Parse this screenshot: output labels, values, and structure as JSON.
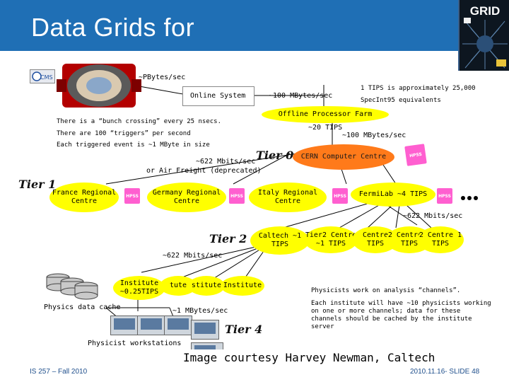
{
  "slide": {
    "title": "Data Grids for",
    "book_word": "GRID",
    "footer_left": "IS 257 – Fall 2010",
    "footer_right": "2010.11.16- SLIDE 48",
    "credit": "Image courtesy Harvey Newman, Caltech"
  },
  "diagram": {
    "pbytes": "~PBytes/sec",
    "online_system": "Online System",
    "rate_100_top": "~100 MBytes/sec",
    "tips_note_1": "1 TIPS is approximately 25,000",
    "tips_note_2": "SpecInt95 equivalents",
    "offline_farm": "Offline Processor Farm",
    "farm_tips": "~20 TIPS",
    "farm_rate": "~100 MBytes/sec",
    "bunch_note": "There is a “bunch crossing” every 25 nsecs.",
    "triggers_note": "There are 100 “triggers” per second",
    "event_note": "Each triggered event is ~1 MByte in size",
    "link_622_top": "~622 Mbits/sec",
    "air_freight": "or Air Freight (deprecated)",
    "tier0": "Tier 0",
    "cern": "CERN Computer Centre",
    "tier1": "Tier 1",
    "france": "France Regional Centre",
    "germany": "Germany Regional Centre",
    "italy": "Italy Regional Centre",
    "fermilab": "FermiLab ~4 TIPS",
    "link_622_right": "~622 Mbits/sec",
    "tier2": "Tier 2",
    "caltech": "Caltech ~1 TIPS",
    "tier2_centre_1": "Tier2 Centre ~1 TIPS",
    "tier2_centre_2": "Centre TIPS",
    "tier2_centre_3": "2 Centre 1 TIPS",
    "tier2_centre_4": "2 Centre 1 TIPS",
    "link_622_mid": "~622 Mbits/sec",
    "institute_main": "Institute ~0.25TIPS",
    "institute_2": "tute",
    "institute_3": "stitute",
    "institute_4": "Institute",
    "physics_cache": "Physics data cache",
    "link_1mb": "~1 MBytes/sec",
    "tier4": "Tier 4",
    "workstations": "Physicist workstations",
    "analysis_note": "Physicists work on analysis “channels”.",
    "institute_note": "Each institute will have ~10 physicists working on one or more channels; data for these channels should be cached by the institute server",
    "hpss": "HPSS"
  },
  "colors": {
    "title_bar": "#1f6fb5",
    "tier_node_yellow": "#ffff00",
    "cern_orange": "#ff7a1a",
    "hpss_magenta": "#ff5fd0",
    "footer_text": "#1f4f8c"
  },
  "icons": [
    "cms-logo-icon",
    "detector-image-icon",
    "hpss-storage-icon",
    "disk-cache-icon",
    "workstation-icon"
  ]
}
